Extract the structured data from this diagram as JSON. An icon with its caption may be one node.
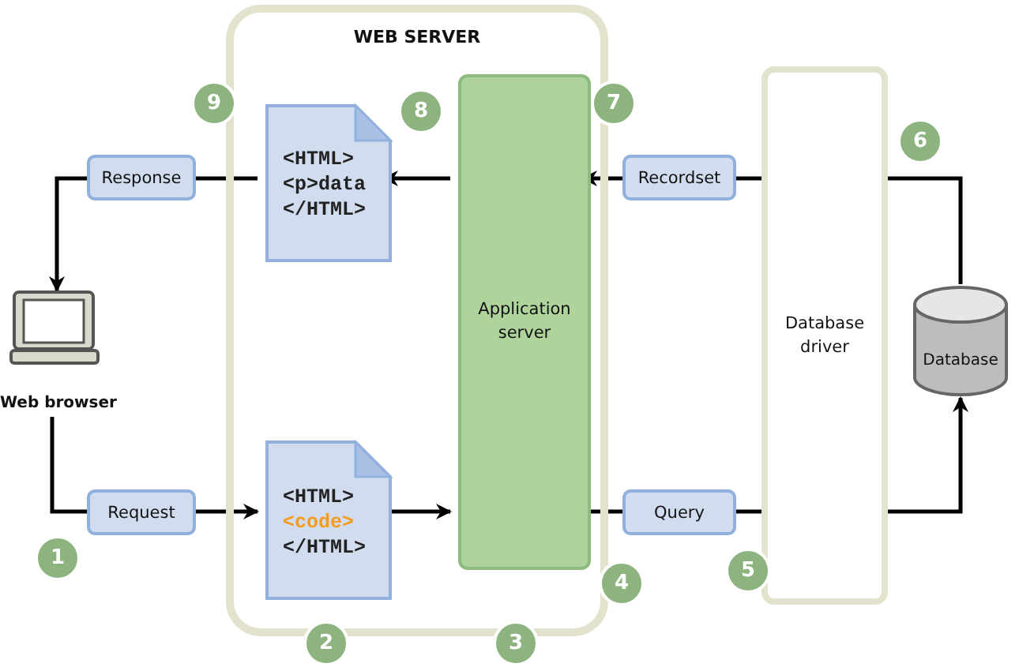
{
  "diagram": {
    "nodes": [
      {
        "text": [
          "WEB SERVER"
        ]
      },
      {
        "text": [
          "<HTML>",
          "<p>data",
          "</HTML>"
        ],
        "in": 0
      },
      {
        "text": [
          "Application server"
        ],
        "in": 0
      },
      {
        "text": [
          "<HTML>",
          "<code>",
          "</HTML>"
        ],
        "in": 0
      },
      {
        "text": [
          "Response"
        ]
      },
      {
        "text": [
          "Recordset"
        ]
      },
      {
        "text": [
          "Database driver"
        ]
      },
      {
        "text": [
          "Database"
        ]
      },
      {
        "text": [
          "Web browser"
        ]
      },
      {
        "text": [
          "Request"
        ]
      },
      {
        "text": [
          "Query"
        ]
      },
      {
        "text": [
          "9"
        ]
      },
      {
        "text": [
          "8"
        ],
        "in": 0
      },
      {
        "text": [
          "7"
        ]
      },
      {
        "text": [
          "6"
        ]
      },
      {
        "text": [
          "1"
        ]
      },
      {
        "text": [
          "2"
        ]
      },
      {
        "text": [
          "3"
        ]
      },
      {
        "text": [
          "4"
        ]
      },
      {
        "text": [
          "5"
        ]
      }
    ],
    "edges": [
      {
        "from": 1,
        "to": 4,
        "arrow": "none"
      },
      {
        "from": 4,
        "to": 8,
        "arrow": "to"
      },
      {
        "from": 8,
        "to": 9,
        "arrow": "none"
      },
      {
        "from": 9,
        "to": 3,
        "arrow": "to"
      },
      {
        "from": 3,
        "to": 2,
        "arrow": "to"
      },
      {
        "from": 2,
        "to": 10,
        "arrow": "none"
      },
      {
        "from": 10,
        "to": 6,
        "arrow": "none"
      },
      {
        "from": 6,
        "to": 7,
        "arrow": "to"
      },
      {
        "from": 7,
        "to": 6,
        "arrow": "none"
      },
      {
        "from": 6,
        "to": 5,
        "arrow": "none"
      },
      {
        "from": 5,
        "to": 2,
        "arrow": "to"
      },
      {
        "from": 2,
        "to": 1,
        "arrow": "to"
      }
    ]
  }
}
